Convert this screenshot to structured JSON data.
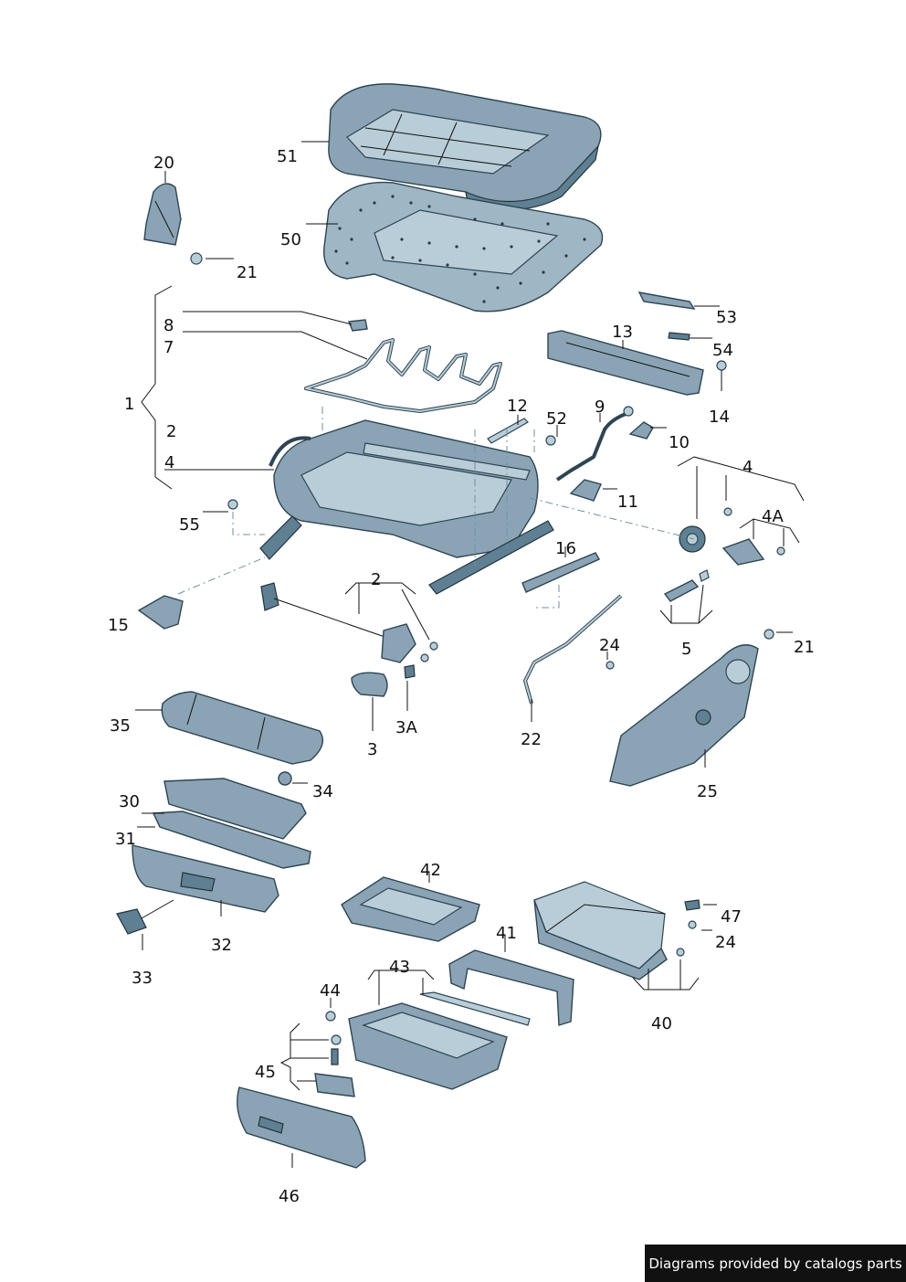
{
  "labels": {
    "p51": "51",
    "p50": "50",
    "p20": "20",
    "p21a": "21",
    "p8": "8",
    "p7": "7",
    "p1": "1",
    "p2a": "2",
    "p4a": "4",
    "p55": "55",
    "p15": "15",
    "p13": "13",
    "p53": "53",
    "p54": "54",
    "p14": "14",
    "p12": "12",
    "p52": "52",
    "p9": "9",
    "p10": "10",
    "p11": "11",
    "p4b": "4",
    "p4A": "4A",
    "p16": "16",
    "p2b": "2",
    "p5": "5",
    "p24a": "24",
    "p21b": "21",
    "p3": "3",
    "p3A": "3A",
    "p22": "22",
    "p35": "35",
    "p25": "25",
    "p30": "30",
    "p34": "34",
    "p31": "31",
    "p32": "32",
    "p33": "33",
    "p42": "42",
    "p47": "47",
    "p24b": "24",
    "p41": "41",
    "p43": "43",
    "p44": "44",
    "p40": "40",
    "p45": "45",
    "p46": "46"
  },
  "footer": {
    "text": "Diagrams provided by catalogs parts"
  }
}
